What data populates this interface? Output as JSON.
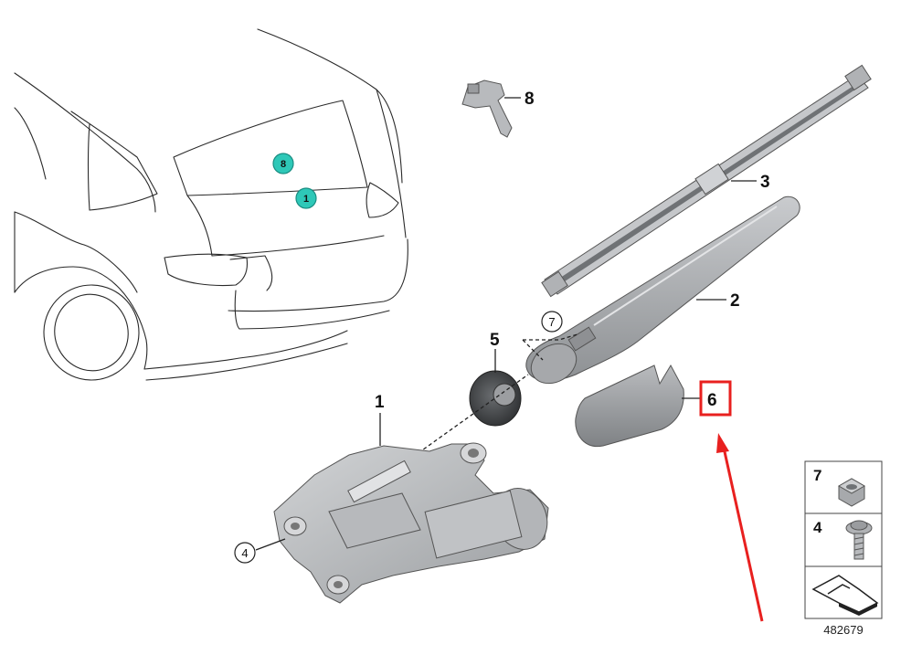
{
  "diagram": {
    "callouts": {
      "p1": "1",
      "p2": "2",
      "p3": "3",
      "p4": "4",
      "p5": "5",
      "p6": "6",
      "p7": "7",
      "p8": "8"
    },
    "vehicle_markers": {
      "m8": "8",
      "m1": "1"
    },
    "inset": {
      "row7": "7",
      "row4": "4"
    },
    "catalog_number": "482679",
    "colors": {
      "marker_teal": "#2ec8b8",
      "highlight_red": "#e8201f",
      "part_gray": "#a9abae"
    }
  }
}
